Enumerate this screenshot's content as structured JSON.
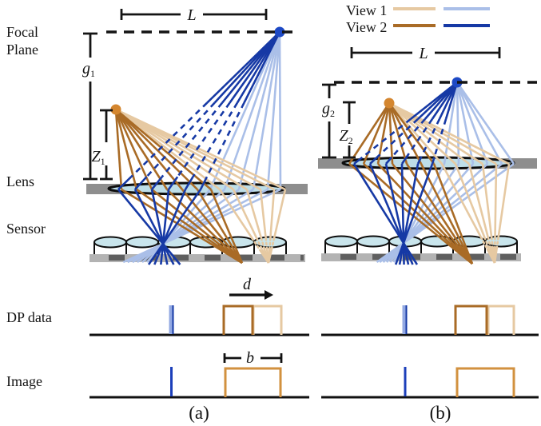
{
  "side_labels": {
    "focal_line1": "Focal",
    "focal_line2": "Plane",
    "lens": "Lens",
    "sensor": "Sensor",
    "dp_data": "DP data",
    "image": "Image"
  },
  "legend": {
    "view1": "View 1",
    "view2": "View 2"
  },
  "measurements": {
    "L_a": "L",
    "L_b": "L",
    "g1": {
      "base": "g",
      "sub": "1"
    },
    "Z1": {
      "base": "Z",
      "sub": "1"
    },
    "g2": {
      "base": "g",
      "sub": "2"
    },
    "Z2": {
      "base": "Z",
      "sub": "2"
    },
    "d": "d",
    "b": "b"
  },
  "panel_labels": {
    "a": "(a)",
    "b": "(b)"
  },
  "colors": {
    "view1_left_tan": "#e6c9a2",
    "view1_right_blue": "#aabfe8",
    "view2_left_brown": "#a96b26",
    "view2_right_blue": "#1639a5",
    "image_pulse_orange": "#d2913f",
    "image_spike_blue": "#1c3fba",
    "dp_spike_light": "#93a9e3",
    "dp_spike_dark": "#1639a5",
    "lens_glass": "#bedee8",
    "microlens_top": "#c9e5ec",
    "mount_gray": "#8e8e8e",
    "pixel_bar_light": "#b3b3b3",
    "pixel_bar_dark": "#5f5f5f",
    "dot_orange": "#d4862f",
    "dot_blue": "#1d49c5",
    "ink": "#141414"
  }
}
